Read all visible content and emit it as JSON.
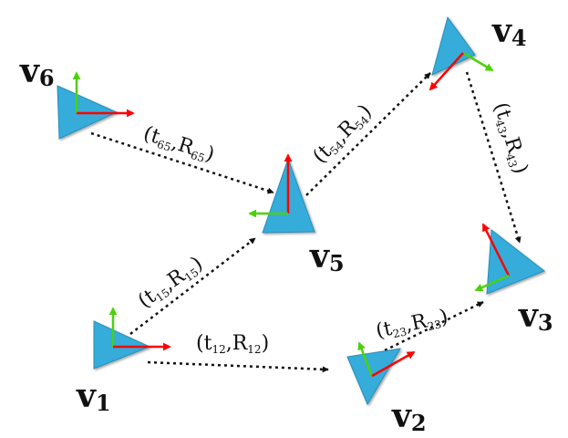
{
  "colors": {
    "triangle_fill": "#35ACDA",
    "triangle_stroke": "#2A8DB8",
    "axis_x": "#FF0000",
    "axis_y": "#4CD10B",
    "edge": "#111111"
  },
  "vertices": [
    {
      "id": "v1",
      "main": "v",
      "sub": "1"
    },
    {
      "id": "v2",
      "main": "v",
      "sub": "2"
    },
    {
      "id": "v3",
      "main": "v",
      "sub": "3"
    },
    {
      "id": "v4",
      "main": "v",
      "sub": "4"
    },
    {
      "id": "v5",
      "main": "v",
      "sub": "5"
    },
    {
      "id": "v6",
      "main": "v",
      "sub": "6"
    }
  ],
  "edges": [
    {
      "id": "e12",
      "from": "v1",
      "to": "v2",
      "t": "t",
      "t_sub": "12",
      "r": "R",
      "r_sub": "12"
    },
    {
      "id": "e15",
      "from": "v1",
      "to": "v5",
      "t": "t",
      "t_sub": "15",
      "r": "R",
      "r_sub": "15"
    },
    {
      "id": "e65",
      "from": "v6",
      "to": "v5",
      "t": "t",
      "t_sub": "65",
      "r": "R",
      "r_sub": "65"
    },
    {
      "id": "e54",
      "from": "v5",
      "to": "v4",
      "t": "t",
      "t_sub": "54",
      "r": "R",
      "r_sub": "54"
    },
    {
      "id": "e43",
      "from": "v4",
      "to": "v3",
      "t": "t",
      "t_sub": "43",
      "r": "R",
      "r_sub": "43"
    },
    {
      "id": "e23",
      "from": "v2",
      "to": "v3",
      "t": "t",
      "t_sub": "23",
      "r": "R",
      "r_sub": "23"
    }
  ]
}
